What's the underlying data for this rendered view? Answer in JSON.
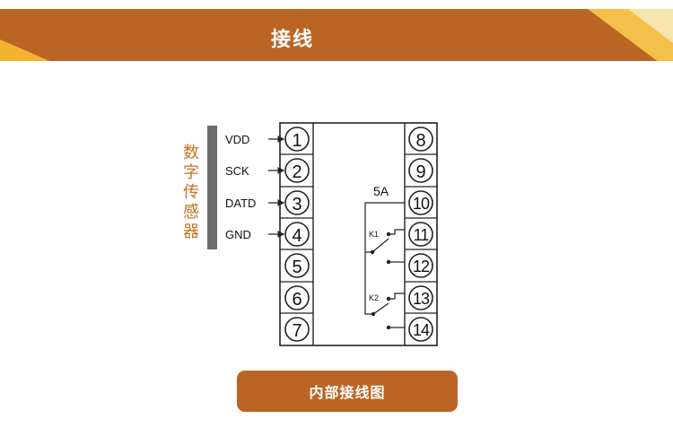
{
  "header": {
    "title": "接线"
  },
  "sensor": {
    "label": "数字传感器",
    "chars": [
      "数",
      "字",
      "传",
      "感",
      "器"
    ],
    "signals": [
      "VDD",
      "SCK",
      "DATD",
      "GND"
    ]
  },
  "terminals": {
    "left": [
      "1",
      "2",
      "3",
      "4",
      "5",
      "6",
      "7"
    ],
    "right": [
      "8",
      "9",
      "10",
      "11",
      "12",
      "13",
      "14"
    ]
  },
  "relay": {
    "rating": "5A",
    "k1": "K1",
    "k2": "K2"
  },
  "footer": {
    "button_label": "内部接线图"
  },
  "colors": {
    "banner": "#bb6524",
    "accent_gold": "#f2b324",
    "sensor_text": "#c7711f",
    "sensor_bar": "#6b6b6b"
  }
}
